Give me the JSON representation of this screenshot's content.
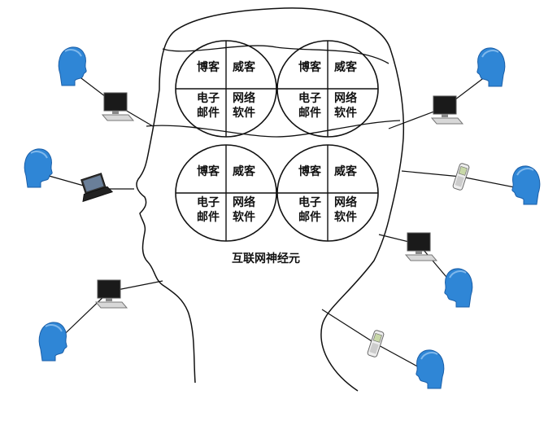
{
  "diagram": {
    "caption": "互联网神经元",
    "neurons": [
      {
        "cells": [
          "博客",
          "威客",
          "电子\n邮件",
          "网络\n软件"
        ]
      },
      {
        "cells": [
          "博客",
          "威客",
          "电子\n邮件",
          "网络\n软件"
        ]
      },
      {
        "cells": [
          "博客",
          "威客",
          "电子\n邮件",
          "网络\n软件"
        ]
      },
      {
        "cells": [
          "博客",
          "威客",
          "电子\n邮件",
          "网络\n软件"
        ]
      }
    ],
    "users": [
      {
        "device": "desktop-computer"
      },
      {
        "device": "laptop"
      },
      {
        "device": "desktop-computer"
      },
      {
        "device": "desktop-computer"
      },
      {
        "device": "mobile-phone"
      },
      {
        "device": "desktop-computer"
      },
      {
        "device": "mobile-phone"
      }
    ]
  },
  "colors": {
    "outline": "#111111",
    "person": "#2f86d6",
    "person_dark": "#1b5fa8",
    "device_dark": "#1a1a1a",
    "device_light": "#d8d8d8",
    "phone": "#c8d8a8"
  }
}
